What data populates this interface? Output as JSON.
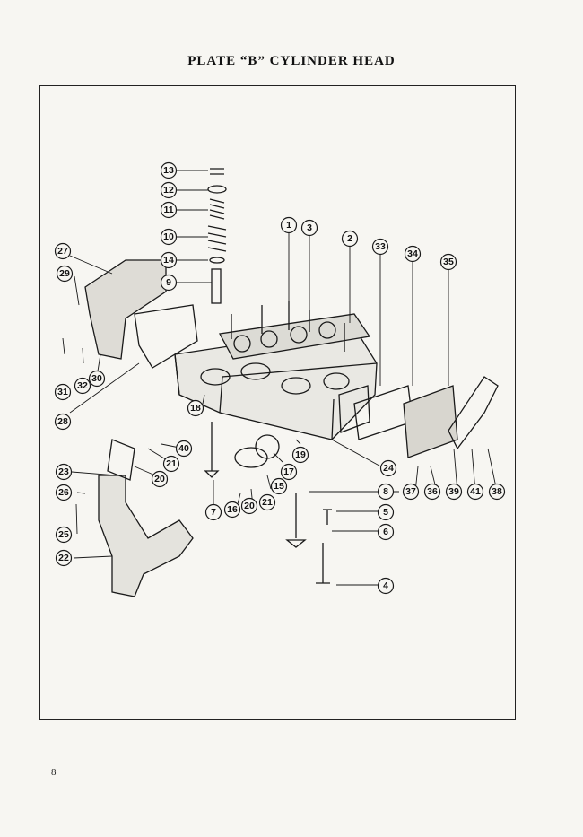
{
  "page": {
    "title": "PLATE “B”  CYLINDER  HEAD",
    "page_number": "8"
  },
  "callouts": [
    "1",
    "2",
    "3",
    "4",
    "5",
    "6",
    "7",
    "8",
    "9",
    "10",
    "11",
    "12",
    "13",
    "14",
    "15",
    "16",
    "17",
    "18",
    "19",
    "20",
    "20",
    "21",
    "21",
    "22",
    "23",
    "24",
    "25",
    "26",
    "27",
    "28",
    "29",
    "30",
    "31",
    "32",
    "33",
    "34",
    "35",
    "36",
    "37",
    "38",
    "39",
    "40",
    "41"
  ],
  "colors": {
    "ink": "#1a1a1a",
    "paper": "#f7f6f2"
  }
}
